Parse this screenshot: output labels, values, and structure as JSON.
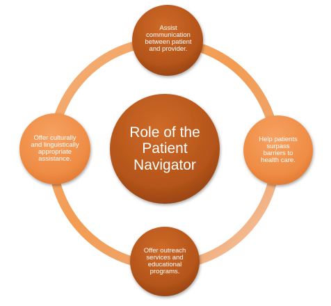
{
  "diagram": {
    "center": {
      "label": "Role of the Patient Navigator"
    },
    "nodes": [
      {
        "id": "top",
        "label": "Assist communication between patient and provider."
      },
      {
        "id": "right",
        "label": "Help patients surpass barriers to health care."
      },
      {
        "id": "bottom",
        "label": "Offer outreach services and educational programs."
      },
      {
        "id": "left",
        "label": "Offer culturally and linguistically appropriate assistance."
      }
    ],
    "colors": {
      "dark_node": "#b5561b",
      "light_node": "#ef8f4a",
      "ring_orange": "#f39c52",
      "ring_light": "#f7c9a8"
    }
  }
}
